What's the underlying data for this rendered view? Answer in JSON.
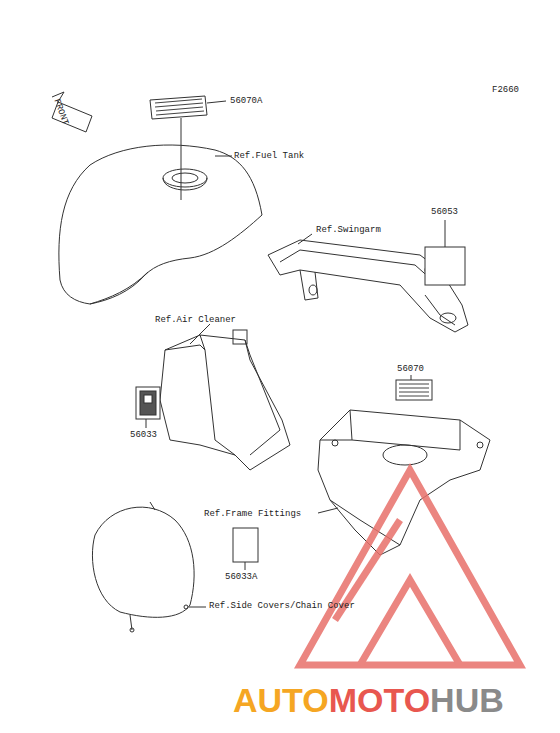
{
  "diagram": {
    "labels": [
      "F2660",
      "FRONT",
      "56070A",
      "Ref.Fuel Tank",
      "56053",
      "Ref.Swingarm",
      "Ref.Air Cleaner",
      "56070",
      "56033",
      "Ref.Frame Fittings",
      "56033A",
      "Ref.Side Covers/Chain Cover",
      "AUTO",
      "MOTO",
      "HUB"
    ]
  }
}
